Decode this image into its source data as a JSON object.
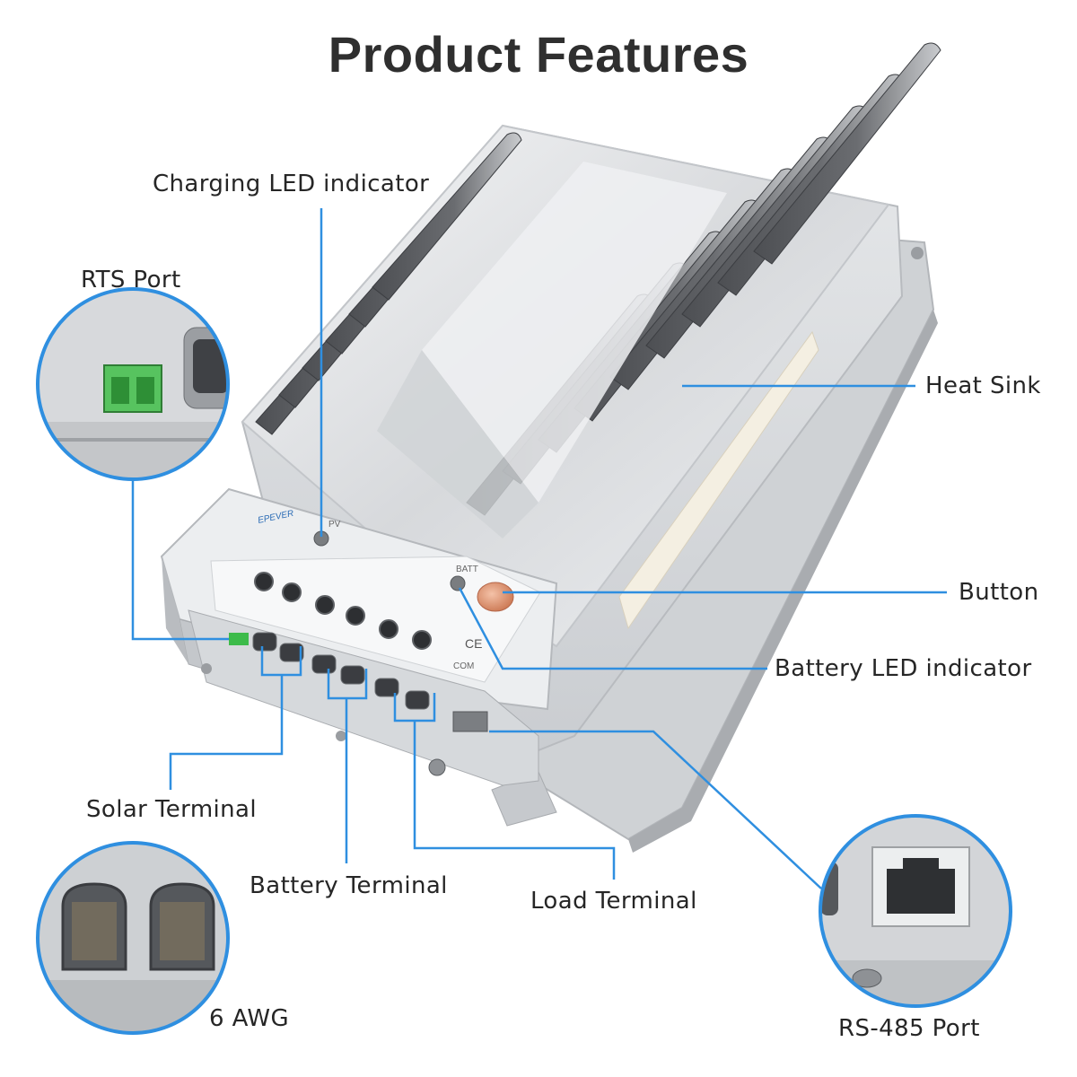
{
  "title": "Product Features",
  "colors": {
    "callout_line": "#2f8fe0",
    "title_text": "#2f2f2f",
    "body_gray": "#d9dbdd",
    "fin_dark": "#5f6165",
    "panel_white": "#f1f3f5"
  },
  "labels": {
    "charging_led": "Charging LED indicator",
    "rts_port": "RTS Port",
    "heat_sink": "Heat Sink",
    "button": "Button",
    "battery_led": "Battery LED indicator",
    "solar_terminal": "Solar Terminal",
    "battery_terminal": "Battery Terminal",
    "load_terminal": "Load Terminal",
    "awg": "6 AWG",
    "rs485_port": "RS-485 Port"
  },
  "device_markings": {
    "brand": "EPEVER",
    "pv": "PV",
    "batt": "BATT",
    "com": "COM",
    "ce": "CE"
  }
}
